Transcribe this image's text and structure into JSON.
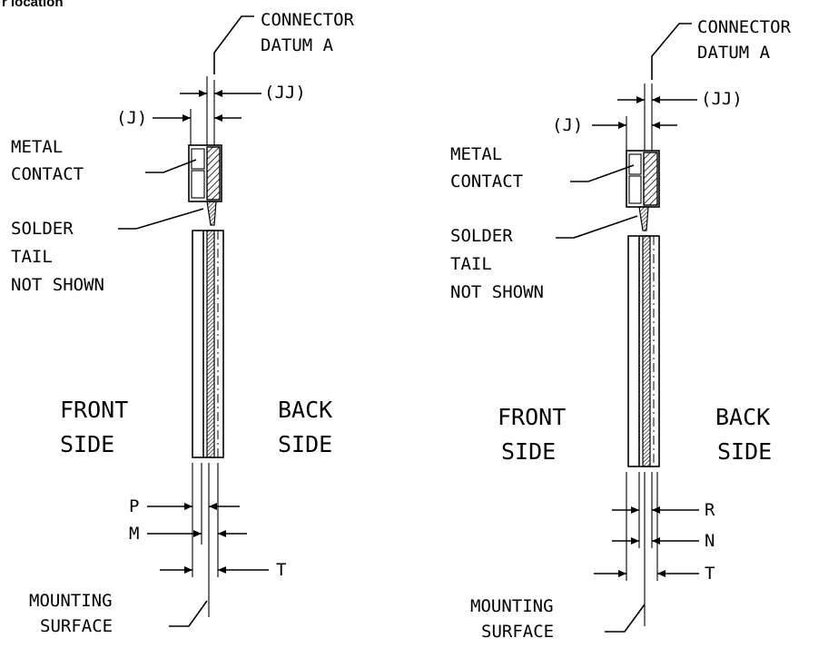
{
  "header": {
    "partial_text": "r location"
  },
  "diagrams": [
    {
      "connector_label": [
        "CONNECTOR",
        "DATUM A"
      ],
      "jj_label": "(JJ)",
      "j_label": "(J)",
      "metal_label": [
        "METAL",
        "CONTACT"
      ],
      "solder_label": [
        "SOLDER",
        "TAIL",
        "NOT SHOWN"
      ],
      "front_label": [
        "FRONT",
        "SIDE"
      ],
      "back_label": [
        "BACK",
        "SIDE"
      ],
      "dim_labels": [
        "P",
        "M",
        "T"
      ],
      "mounting_label": [
        "MOUNTING",
        "SURFACE"
      ]
    },
    {
      "connector_label": [
        "CONNECTOR",
        "DATUM A"
      ],
      "jj_label": "(JJ)",
      "j_label": "(J)",
      "metal_label": [
        "METAL",
        "CONTACT"
      ],
      "solder_label": [
        "SOLDER",
        "TAIL",
        "NOT SHOWN"
      ],
      "front_label": [
        "FRONT",
        "SIDE"
      ],
      "back_label": [
        "BACK",
        "SIDE"
      ],
      "dim_labels": [
        "R",
        "N",
        "T"
      ],
      "mounting_label": [
        "MOUNTING",
        "SURFACE"
      ]
    }
  ]
}
